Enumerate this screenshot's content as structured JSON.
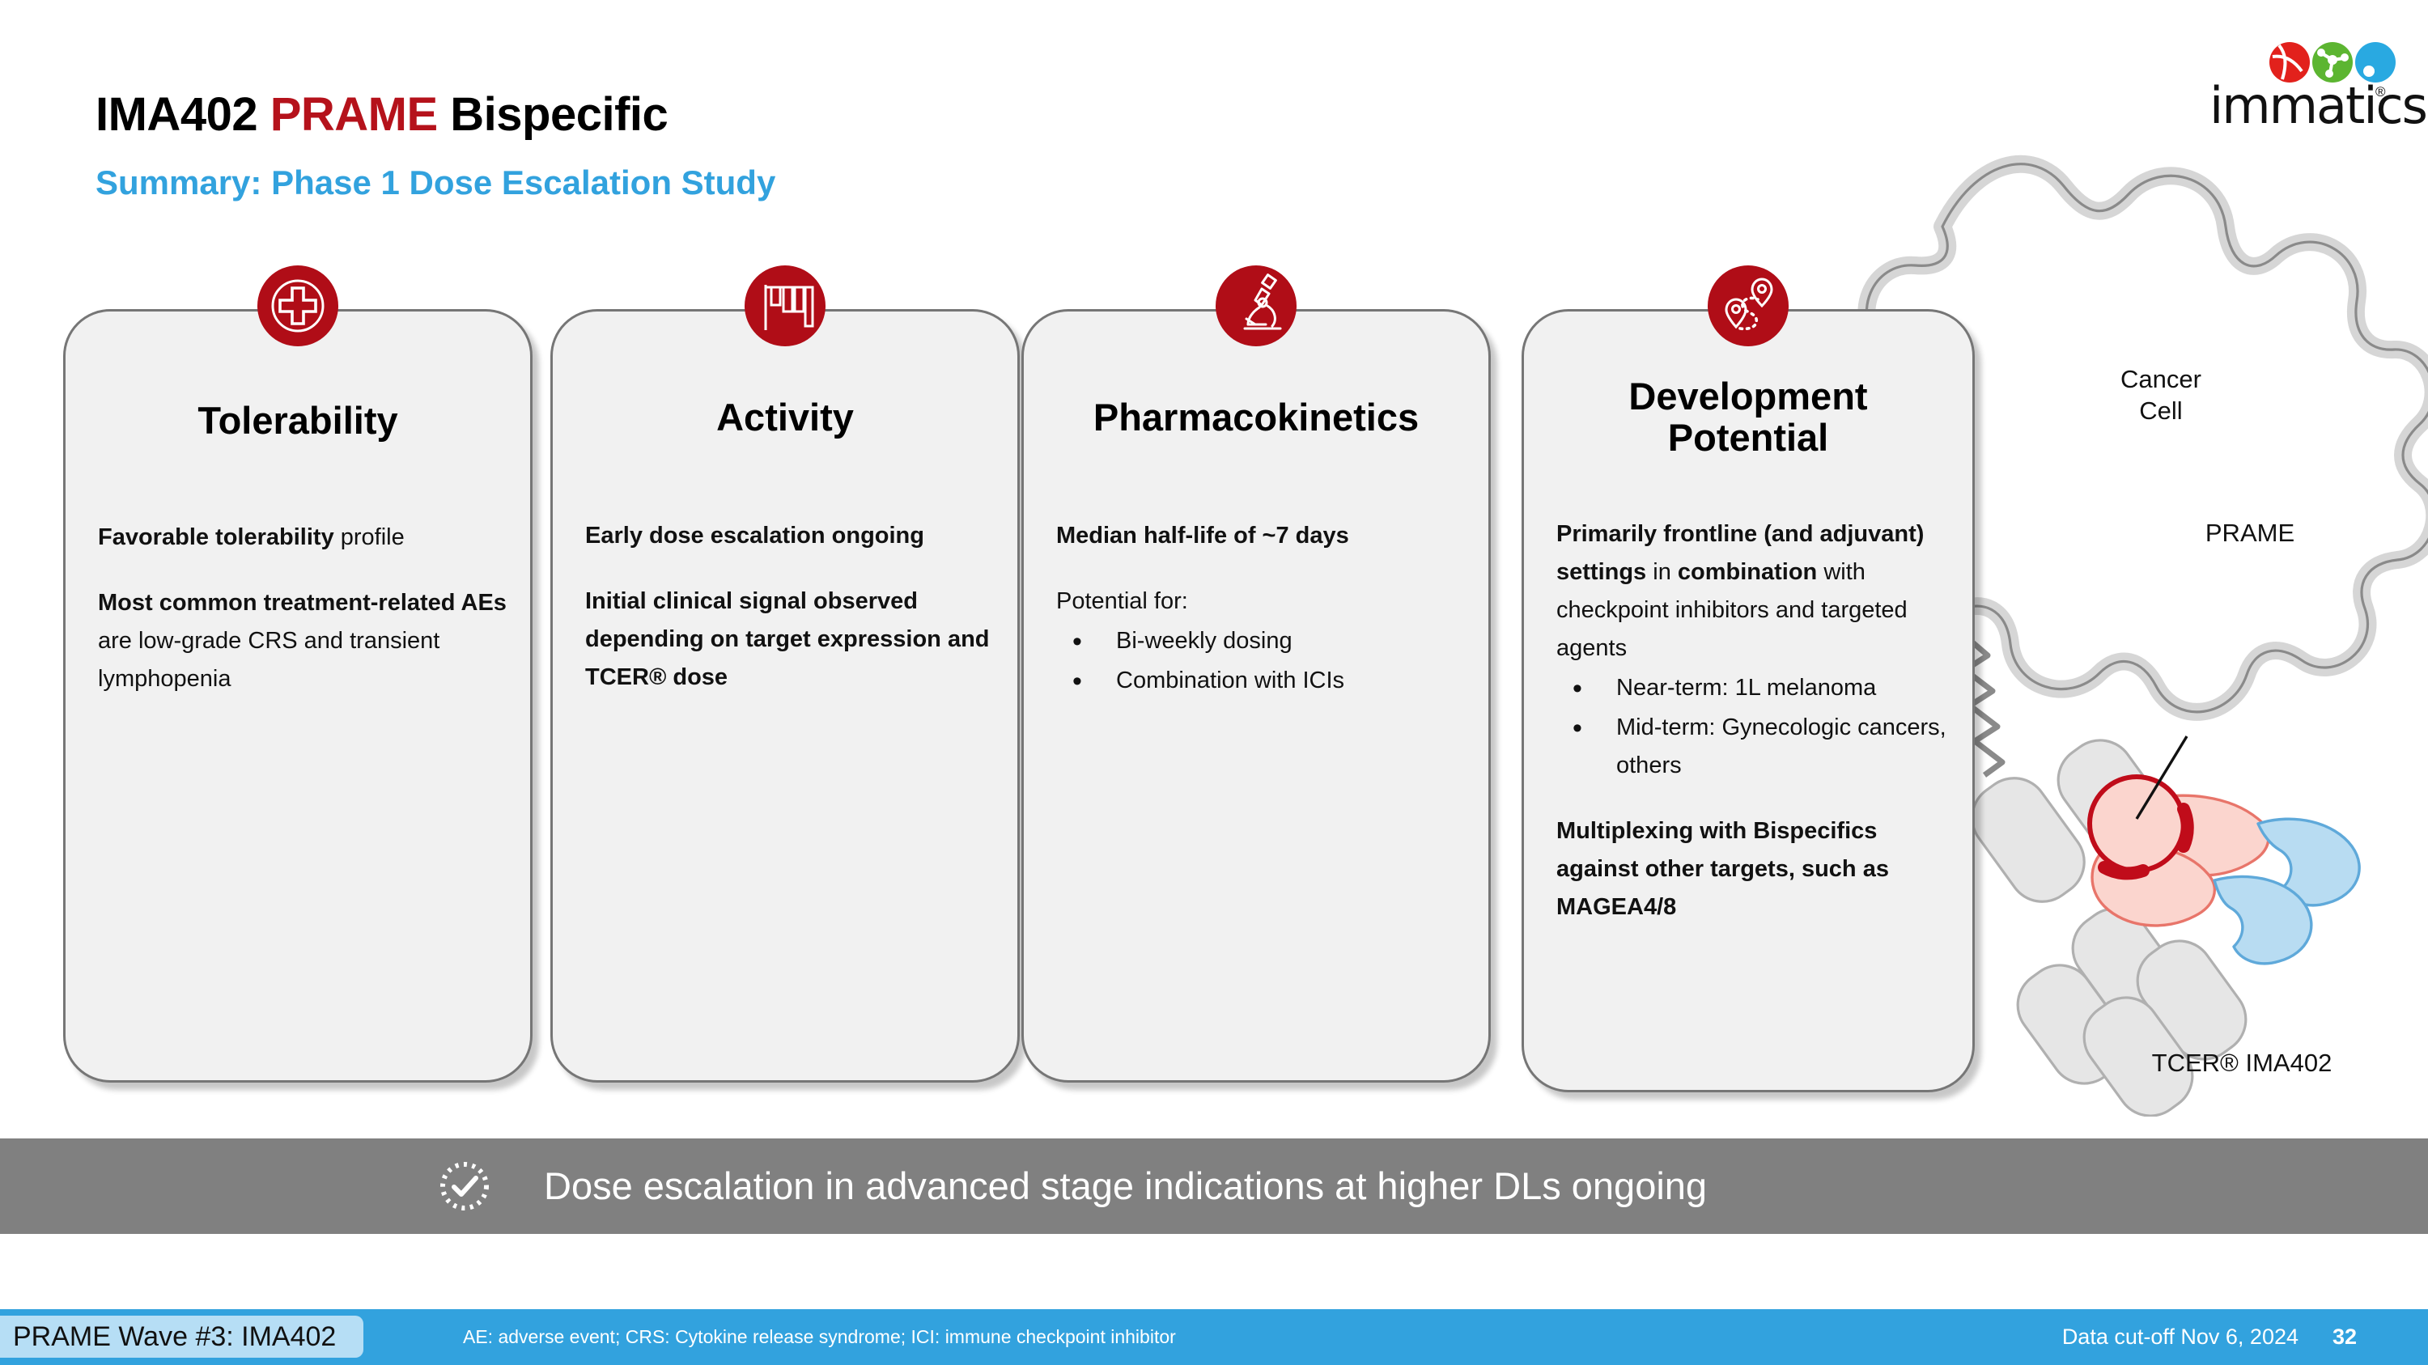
{
  "header": {
    "title_part1": "IMA402 ",
    "title_accent": "PRAME",
    "title_part2": " Bispecific",
    "subtitle": "Summary: Phase 1 Dose Escalation Study",
    "logo_wordmark": "immatics",
    "logo_registered": "®"
  },
  "colors": {
    "accent_red": "#B5121B",
    "badge_red": "#B00D17",
    "brand_blue": "#32A2DE",
    "banner_gray": "#808080",
    "card_fill": "#F1F1F1",
    "card_border": "#767676",
    "logo_red": "#E2211C",
    "logo_green": "#5CB531",
    "logo_blue": "#29A9E1",
    "footer_tag_blue": "#B6DEF5"
  },
  "cards": [
    {
      "id": "tolerability",
      "icon": "medical-cross-icon",
      "title": "Tolerability",
      "para1_bold": "Favorable tolerability",
      "para1_rest": " profile",
      "para2_bold": "Most common treatment-related AEs",
      "para2_rest": " are low-grade CRS and transient lymphopenia"
    },
    {
      "id": "activity",
      "icon": "waterfall-plot-icon",
      "title": "Activity",
      "para1_bold": "Early dose escalation ongoing",
      "para1_rest": "",
      "para2_bold": "Initial clinical signal observed depending on target expression and TCER® dose",
      "para2_rest": ""
    },
    {
      "id": "pharmacokinetics",
      "icon": "microscope-icon",
      "title": "Pharmacokinetics",
      "para1_bold": "Median half-life of ~7 days",
      "para1_rest": "",
      "para2_lead": "Potential for:",
      "bullets": [
        "Bi-weekly dosing",
        "Combination with ICIs"
      ]
    },
    {
      "id": "development-potential",
      "icon": "route-pins-icon",
      "title_line1": "Development",
      "title_line2": "Potential",
      "para1_bold_a": "Primarily frontline (and adjuvant) settings",
      "para1_mid": " in ",
      "para1_bold_b": "combination",
      "para1_rest": " with checkpoint inhibitors and targeted agents",
      "bullets": [
        "Near-term: 1L melanoma",
        "Mid-term: Gynecologic cancers, others"
      ],
      "para2_bold": "Multiplexing with Bispecifics against other targets, such as MAGEA4/8"
    }
  ],
  "illustration": {
    "cancer_cell_label": "Cancer\nCell",
    "cancer_cell_label_line1": "Cancer",
    "cancer_cell_label_line2": "Cell",
    "prame_label": "PRAME",
    "tcer_label": "TCER® IMA402"
  },
  "banner": {
    "icon": "check-circle-dashed-icon",
    "text": "Dose escalation in advanced stage indications at higher DLs ongoing"
  },
  "footer": {
    "tag": "PRAME Wave #3: IMA402",
    "abbreviations": "AE: adverse event; CRS: Cytokine release syndrome; ICI: immune checkpoint inhibitor",
    "data_cutoff": "Data cut-off Nov 6, 2024",
    "page_number": "32"
  }
}
